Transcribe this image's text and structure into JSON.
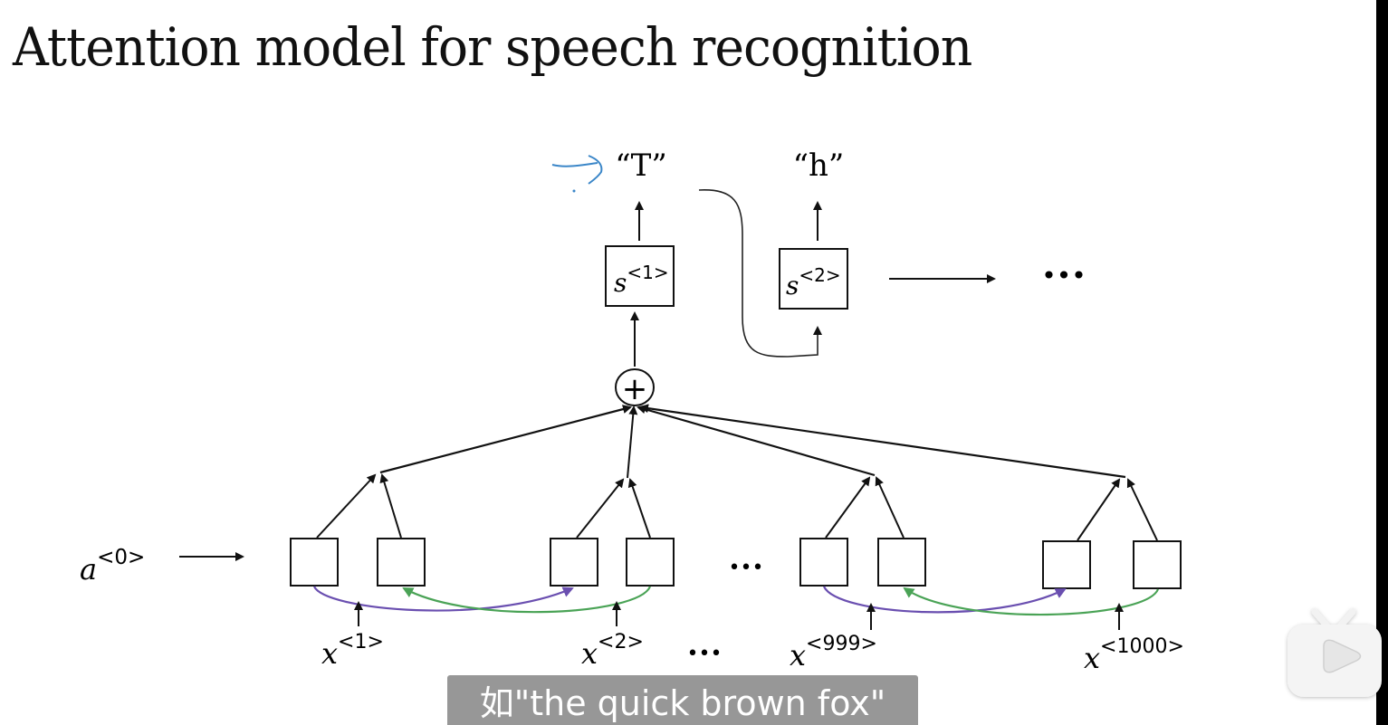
{
  "slide": {
    "title": "Attention model for speech recognition",
    "outputs": [
      "“T”",
      "“h”"
    ],
    "decoder_states": [
      {
        "base": "s",
        "sup": "<1>"
      },
      {
        "base": "s",
        "sup": "<2>"
      }
    ],
    "decoder_ellipsis": "•••",
    "sum_node": "+",
    "initial_activation": {
      "base": "a",
      "sup": "<0>"
    },
    "inputs": [
      {
        "base": "x",
        "sup": "<1>"
      },
      {
        "base": "x",
        "sup": "<2>"
      },
      {
        "base": "x",
        "sup": "<999>"
      },
      {
        "base": "x",
        "sup": "<1000>"
      }
    ],
    "input_ellipsis": "•••",
    "encoder_ellipsis": "•••",
    "colors": {
      "forward_arrow": "#6a4fb0",
      "backward_arrow": "#4aa356",
      "annotation": "#3a86c8"
    }
  },
  "subtitle": {
    "text": "如\"the quick brown fox\""
  },
  "player": {
    "bilibili_button": "bilibili-tv-play"
  }
}
